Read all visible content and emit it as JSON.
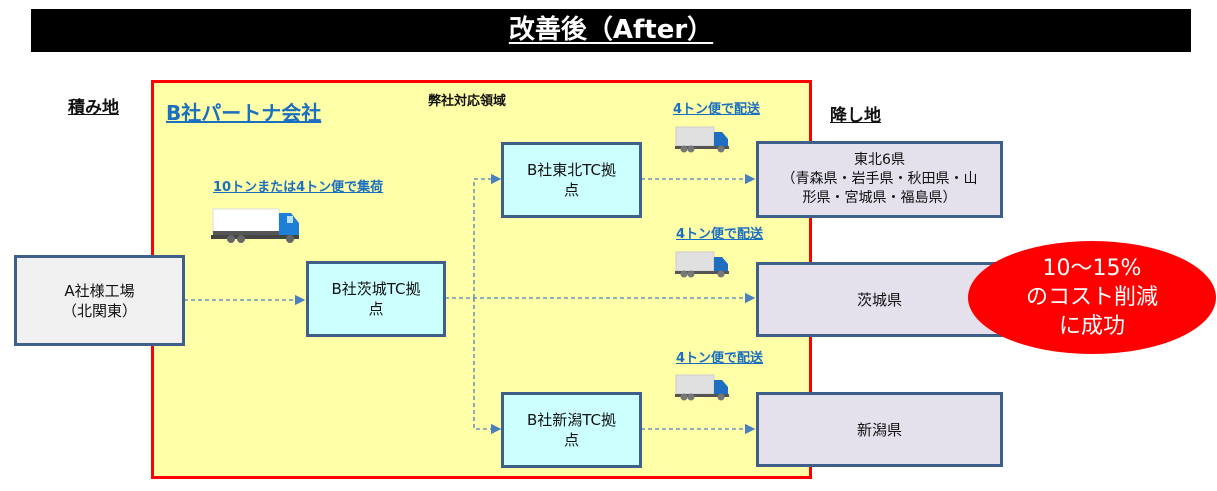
{
  "title": "改善後（After）",
  "labels": {
    "origin": "積み地",
    "destination": "降し地",
    "partner_company": "B社パートナ会社",
    "our_scope": "弊社対応領域"
  },
  "routes": {
    "pickup": "10トンまたは4トン便で集荷",
    "delivery_tohoku": "4トン便で配送",
    "delivery_ibaraki": "4トン便で配送",
    "delivery_niigata": "4トン便で配送"
  },
  "nodes": {
    "factory": {
      "line1": "A社様工場",
      "line2": "（北関東）"
    },
    "ibaraki_tc": {
      "line1": "B社茨城TC拠",
      "line2": "点"
    },
    "tohoku_tc": {
      "line1": "B社東北TC拠",
      "line2": "点"
    },
    "niigata_tc": {
      "line1": "B社新潟TC拠",
      "line2": "点"
    },
    "dest_tohoku": {
      "line1": "東北6県",
      "line2": "（青森県・岩手県・秋田県・山",
      "line3": "形県・宮城県・福島県）"
    },
    "dest_ibaraki": {
      "line1": "茨城県"
    },
    "dest_niigata": {
      "line1": "新潟県"
    }
  },
  "result": {
    "line1": "10～15%",
    "line2": "のコスト削減",
    "line3": "に成功"
  },
  "icons": {
    "truck_large": "large-truck-icon",
    "truck_small": "small-truck-icon"
  },
  "colors": {
    "accent_red": "#ff0000",
    "partner_fill": "#ffffa8",
    "link_blue": "#1a6fbf",
    "box_border": "#3e5f8a",
    "arrow": "#4a7fc0"
  }
}
